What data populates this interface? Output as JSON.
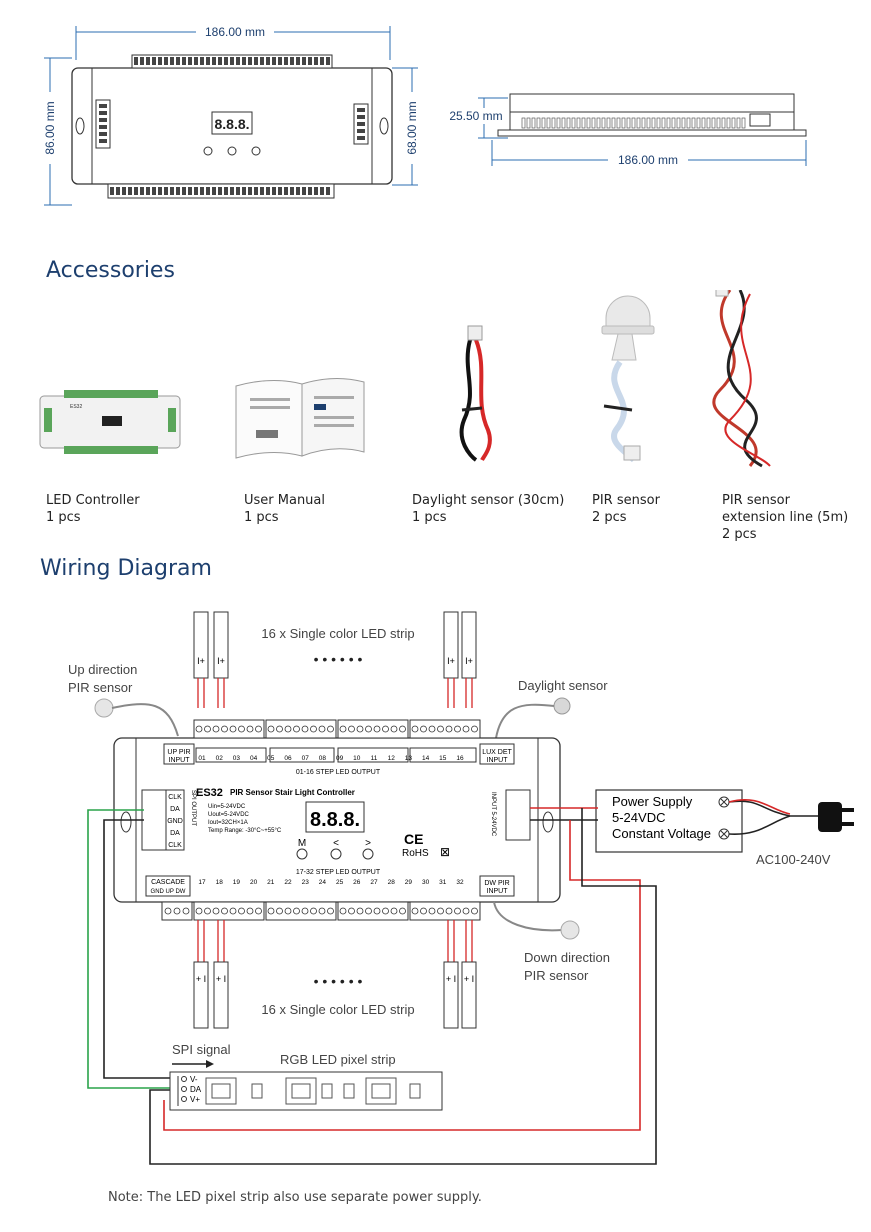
{
  "dimensions": {
    "top_width": "186.00 mm",
    "left_height": "86.00 mm",
    "right_height": "68.00 mm",
    "side_height": "25.50 mm",
    "side_width": "186.00 mm"
  },
  "accessories": {
    "title": "Accessories",
    "items": [
      {
        "name": "LED Controller",
        "qty": "1 pcs"
      },
      {
        "name": "User Manual",
        "qty": "1 pcs"
      },
      {
        "name": "Daylight sensor (30cm)",
        "qty": "1 pcs"
      },
      {
        "name": "PIR sensor",
        "qty": "2 pcs"
      },
      {
        "name": "PIR sensor",
        "name2": "extension line (5m)",
        "qty": "2 pcs"
      }
    ]
  },
  "wiring": {
    "title": "Wiring Diagram",
    "strip_top": "16 x Single color LED strip",
    "strip_bottom": "16 x Single color LED strip",
    "dots": "• • • • • •",
    "up_sensor_1": "Up direction",
    "up_sensor_2": "PIR sensor",
    "daylight": "Daylight sensor",
    "down_sensor_1": "Down direction",
    "down_sensor_2": "PIR sensor",
    "controller": {
      "model": "ES32",
      "name": "PIR Sensor Stair Light Controller",
      "spec1": "Uin=5-24VDC",
      "spec2": "Uout=5-24VDC",
      "spec3": "Iout=32CH×1A",
      "spec4": "Temp Range: -30°C~+55°C",
      "display": "8.8.8.",
      "btn_m": "M",
      "btn_left": "<",
      "btn_right": ">",
      "ce": "CE",
      "rohs": "RoHS",
      "weee": "⊠",
      "top_output": "01-16 STEP LED OUTPUT",
      "bottom_output": "17-32 STEP LED OUTPUT",
      "up_pir": "UP PIR",
      "up_pir2": "INPUT",
      "lux_det": "LUX DET",
      "lux_det2": "INPUT",
      "dw_pir": "DW PIR",
      "dw_pir2": "INPUT",
      "cascade": "CASCADE",
      "cascade_pins": "GND UP DW",
      "spi_output": "SPI OUTPUT",
      "spi_pins": [
        "CLK",
        "DA",
        "GND",
        "DA",
        "CLK"
      ],
      "input_label": "INPUT 5-24VDC",
      "top_channels": [
        "01",
        "02",
        "03",
        "04",
        "05",
        "06",
        "07",
        "08",
        "09",
        "10",
        "11",
        "12",
        "13",
        "14",
        "15",
        "16"
      ],
      "bottom_channels": [
        "17",
        "18",
        "19",
        "20",
        "21",
        "22",
        "23",
        "24",
        "25",
        "26",
        "27",
        "28",
        "29",
        "30",
        "31",
        "32"
      ]
    },
    "power_supply": {
      "line1": "Power Supply",
      "line2": "5-24VDC",
      "line3": "Constant Voltage"
    },
    "ac": "AC100-240V",
    "spi_signal": "SPI signal",
    "rgb_strip": "RGB LED pixel strip",
    "strip_pins": [
      "V-",
      "DA",
      "V+"
    ],
    "note": "Note: The LED pixel strip also use separate power supply.",
    "colors": {
      "accent": "#1d3f6e",
      "wire_red": "#e0282e",
      "wire_green": "#2aa34a",
      "wire_black": "#222222",
      "dim_blue": "#2b6cb0"
    }
  }
}
